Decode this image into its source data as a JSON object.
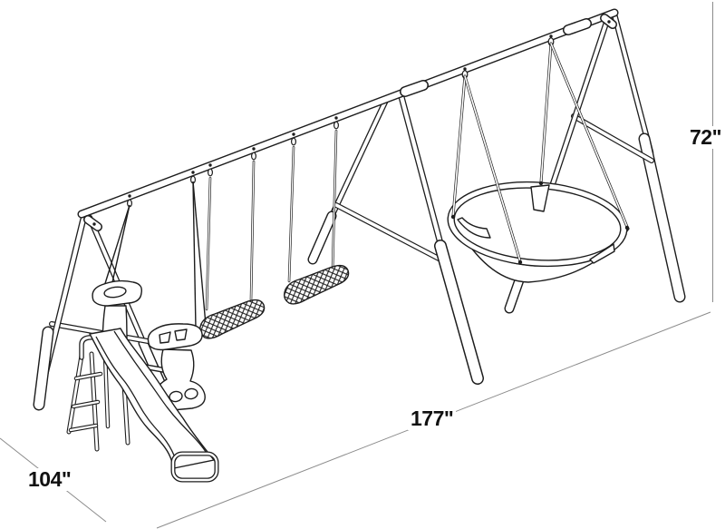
{
  "dimensions": {
    "height": "72\"",
    "length": "177\"",
    "width": "104\""
  },
  "colors": {
    "background": "#ffffff",
    "line_art": "#1d1d1d",
    "dimension_line": "#8c8c8c",
    "label_text": "#111111"
  }
}
